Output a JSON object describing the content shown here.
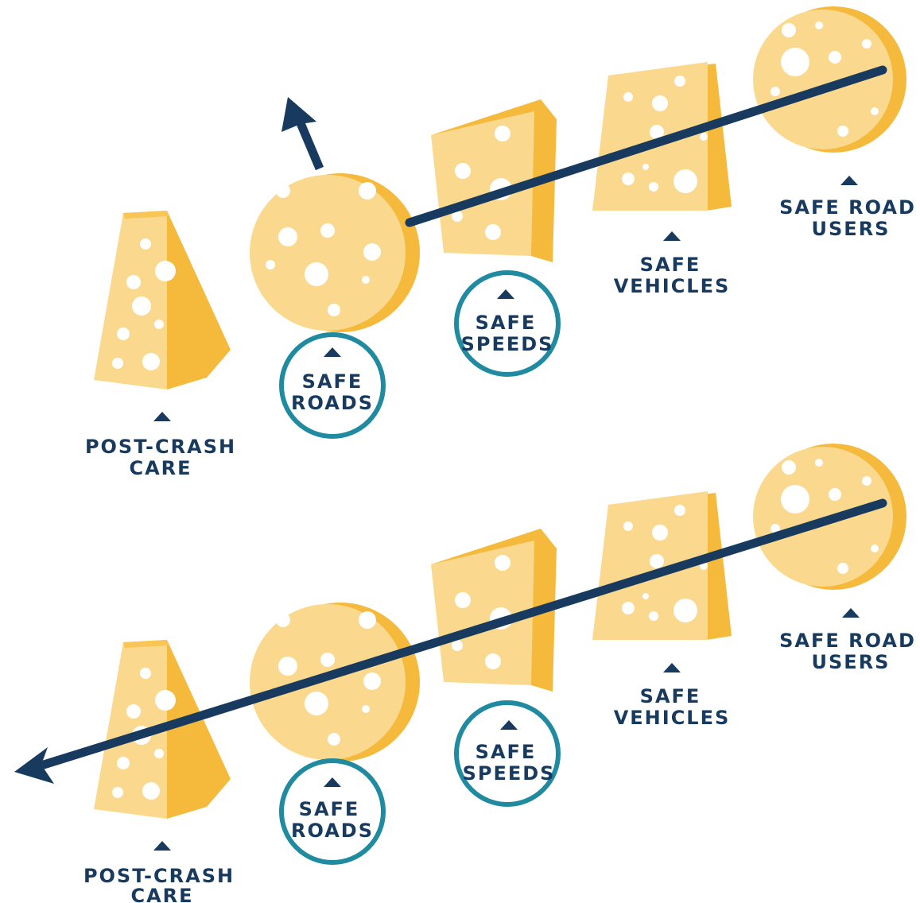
{
  "colors": {
    "navy": "#173a5e",
    "teal": "#1f8aa0",
    "cheese_light": "#fad88e",
    "cheese_mid": "#f9c554",
    "cheese_dark": "#f5b93c",
    "hole": "#ffffff"
  },
  "panels": [
    {
      "id": "top",
      "outcome": "deflected",
      "layers": {
        "post_crash_care": [
          "POST-CRASH",
          "CARE"
        ],
        "safe_roads": [
          "SAFE",
          "ROADS"
        ],
        "safe_speeds": [
          "SAFE",
          "SPEEDS"
        ],
        "safe_vehicles": [
          "SAFE",
          "VEHICLES"
        ],
        "safe_road_users": [
          "SAFE ROAD",
          "USERS"
        ]
      },
      "highlighted": [
        "safe_roads",
        "safe_speeds"
      ]
    },
    {
      "id": "bottom",
      "outcome": "passes-through",
      "layers": {
        "post_crash_care": [
          "POST-CRASH",
          "CARE"
        ],
        "safe_roads": [
          "SAFE",
          "ROADS"
        ],
        "safe_speeds": [
          "SAFE",
          "SPEEDS"
        ],
        "safe_vehicles": [
          "SAFE",
          "VEHICLES"
        ],
        "safe_road_users": [
          "SAFE ROAD",
          "USERS"
        ]
      },
      "highlighted": [
        "safe_roads",
        "safe_speeds"
      ]
    }
  ]
}
